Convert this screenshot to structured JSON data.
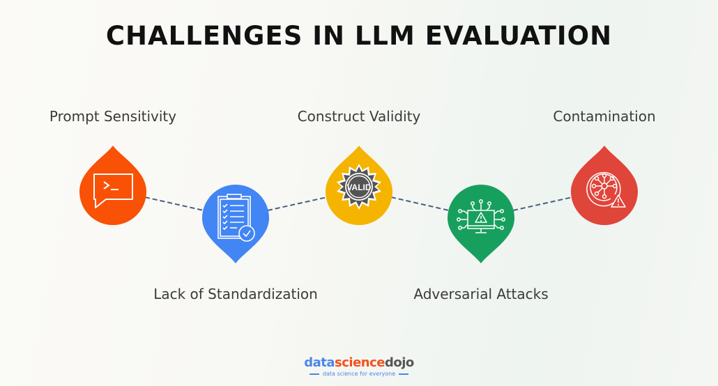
{
  "title": "CHALLENGES IN LLM EVALUATION",
  "challenges": [
    {
      "label": "Prompt Sensitivity",
      "icon": "terminal-chat-icon",
      "color": "#f95106",
      "position": "top"
    },
    {
      "label": "Lack of Standardization",
      "icon": "clipboard-checklist-icon",
      "color": "#4285f4",
      "position": "bottom"
    },
    {
      "label": "Construct Validity",
      "icon": "valid-badge-icon",
      "color": "#f4b400",
      "position": "top"
    },
    {
      "label": "Adversarial Attacks",
      "icon": "monitor-warning-circuit-icon",
      "color": "#17a05d",
      "position": "bottom"
    },
    {
      "label": "Contamination",
      "icon": "virus-warning-icon",
      "color": "#e0453a",
      "position": "top"
    }
  ],
  "badge_text": "VALID",
  "connector_color": "#4a5d7e",
  "logo": {
    "part1": "data",
    "part2": "science",
    "part3": "dojo",
    "tagline": "data science for everyone"
  }
}
